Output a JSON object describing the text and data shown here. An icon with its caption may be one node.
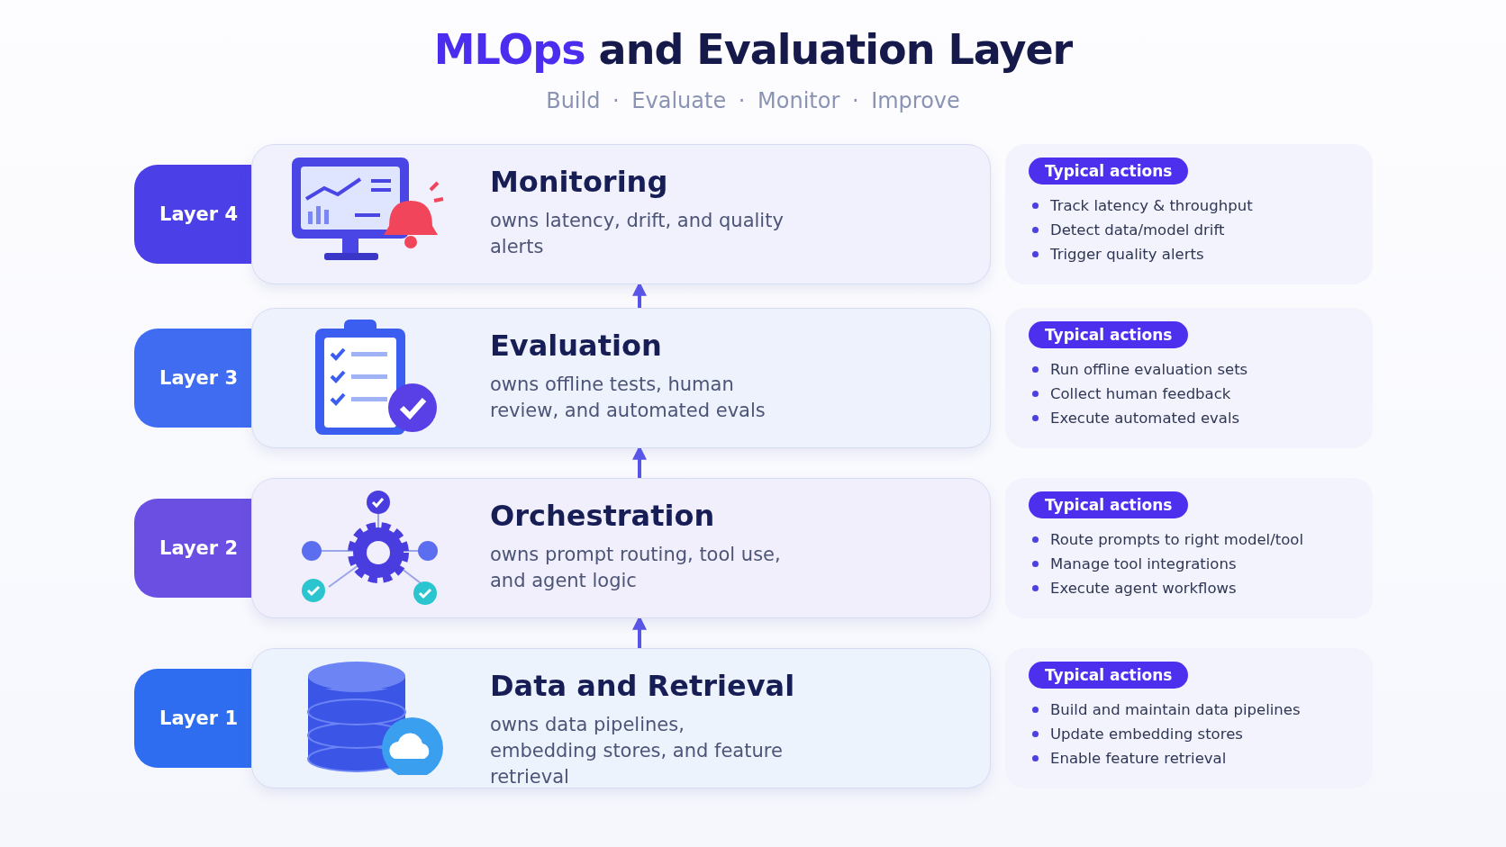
{
  "diagram": {
    "title": "MLOps and Evaluation Layer",
    "labels": [
      "Build · Evaluate · Monitor · Improve"
    ],
    "nodes": [
      {
        "text": [
          "Layer 4"
        ]
      },
      {
        "text": [
          "Monitoring",
          "owns latency, drift, and quality alerts"
        ]
      },
      {
        "text": [
          "Typical actions",
          "Track latency & throughput",
          "Detect data/model drift",
          "Trigger quality alerts"
        ]
      },
      {
        "text": [
          "Layer 3"
        ]
      },
      {
        "text": [
          "Evaluation",
          "owns offline tests, human review, and automated evals"
        ]
      },
      {
        "text": [
          "Typical actions",
          "Run offline evaluation sets",
          "Collect human feedback",
          "Execute automated evals"
        ]
      },
      {
        "text": [
          "Layer 2"
        ]
      },
      {
        "text": [
          "Orchestration",
          "owns prompt routing, tool use, and agent logic"
        ]
      },
      {
        "text": [
          "Typical actions",
          "Route prompts to right model/tool",
          "Manage tool integrations",
          "Execute agent workflows"
        ]
      },
      {
        "text": [
          "Layer 1"
        ]
      },
      {
        "text": [
          "Data and Retrieval",
          "owns data pipelines, embedding stores, and feature retrieval"
        ]
      },
      {
        "text": [
          "Typical actions",
          "Build and maintain data pipelines",
          "Update embedding stores",
          "Enable feature retrieval"
        ]
      }
    ],
    "edges": [
      {
        "from": 4,
        "to": 1,
        "arrow": "to"
      },
      {
        "from": 7,
        "to": 4,
        "arrow": "to"
      },
      {
        "from": 10,
        "to": 7,
        "arrow": "to"
      }
    ]
  }
}
